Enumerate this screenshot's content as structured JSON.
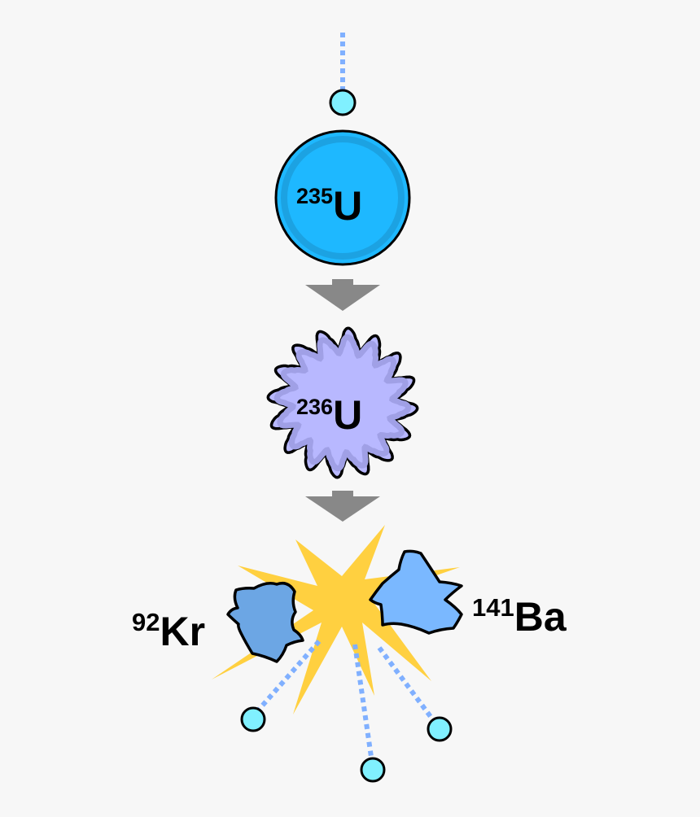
{
  "colors": {
    "background": "#f7f7f7",
    "neutron": "#80f0ff",
    "neutron_path": "#80b0ff",
    "u235": "#1eb8ff",
    "u236": "#b8b8ff",
    "arrow": "#888888",
    "explosion": "#ffd040",
    "kr": "#6ca6e4",
    "ba": "#7ab8ff"
  },
  "nuclei": {
    "u235": {
      "mass": "235",
      "symbol": "U"
    },
    "u236": {
      "mass": "236",
      "symbol": "U"
    },
    "kr92": {
      "mass": "92",
      "symbol": "Kr"
    },
    "ba141": {
      "mass": "141",
      "symbol": "Ba"
    }
  }
}
